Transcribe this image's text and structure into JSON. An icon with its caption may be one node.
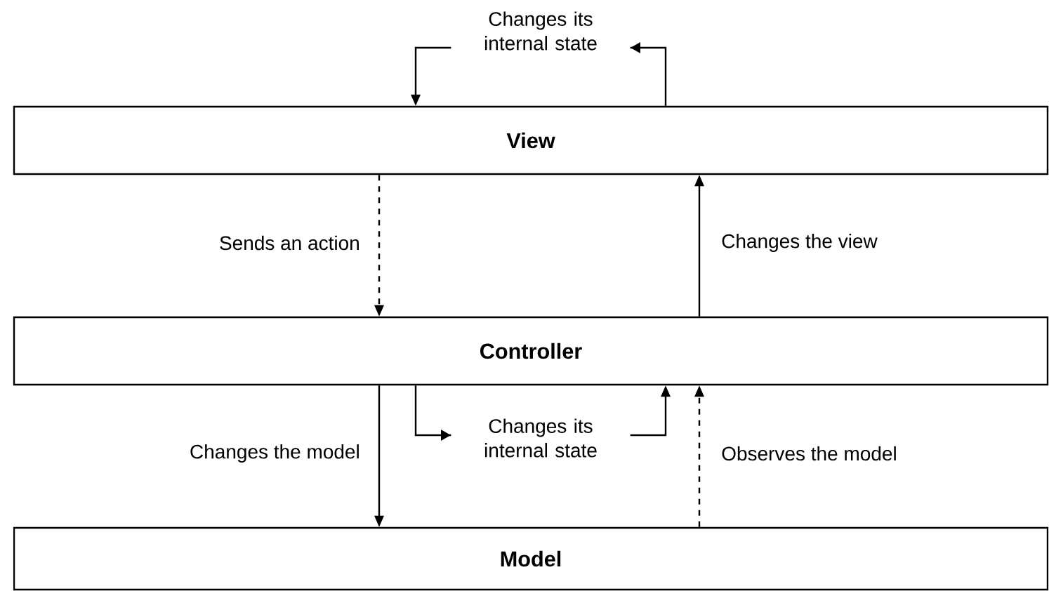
{
  "diagram": {
    "nodes": [
      {
        "text": [
          "View"
        ]
      },
      {
        "text": [
          "Controller"
        ]
      },
      {
        "text": [
          "Model"
        ]
      }
    ],
    "edges": [
      {
        "from": 0,
        "to": 0,
        "arrow": "to",
        "label": "Changes its internal state"
      },
      {
        "from": 0,
        "to": 1,
        "arrow": "to",
        "style": "dashed",
        "label": "Sends an action"
      },
      {
        "from": 1,
        "to": 0,
        "arrow": "to",
        "label": "Changes the view"
      },
      {
        "from": 1,
        "to": 1,
        "arrow": "to",
        "label": "Changes its internal state"
      },
      {
        "from": 1,
        "to": 2,
        "arrow": "to",
        "label": "Changes the model"
      },
      {
        "from": 2,
        "to": 1,
        "arrow": "to",
        "style": "dashed",
        "label": "Observes the model"
      }
    ]
  }
}
